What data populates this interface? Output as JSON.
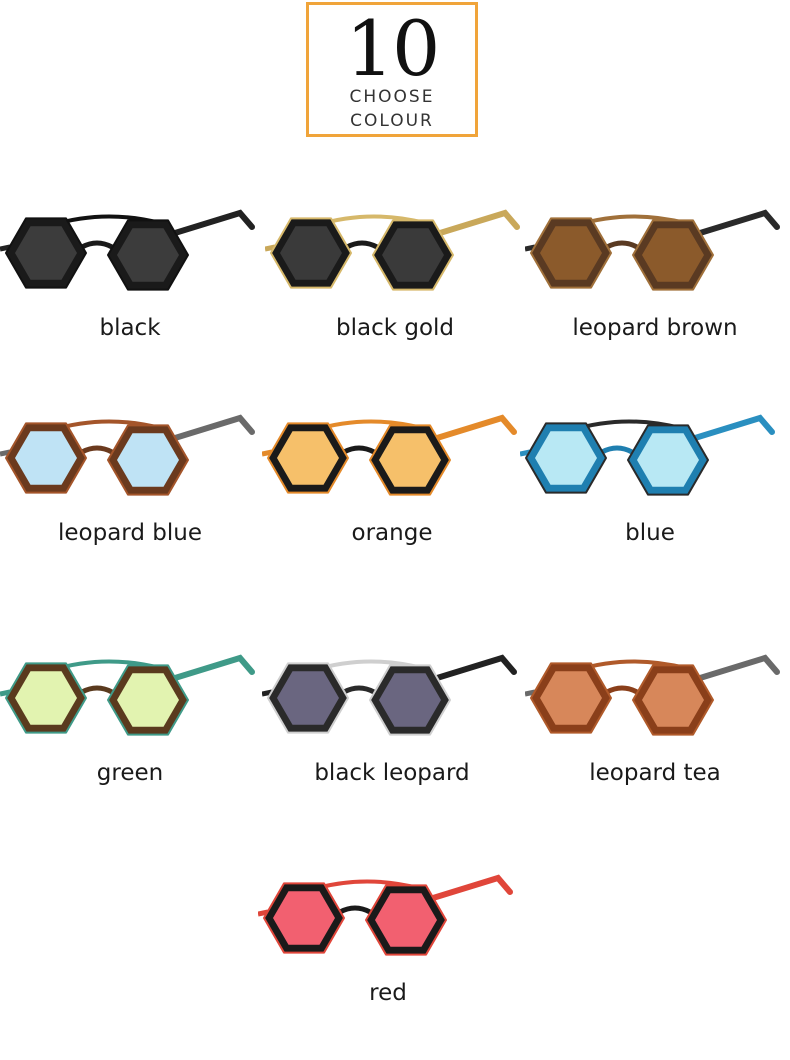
{
  "header": {
    "count": "10",
    "line1": "CHOOSE",
    "line2": "COLOUR"
  },
  "items": [
    {
      "label": "black",
      "frame": "#1a1a1a",
      "lens": "#3c3c3c",
      "temple": "#222222",
      "accent": "#111111"
    },
    {
      "label": "black gold",
      "frame": "#1a1a1a",
      "lens": "#3a3a3a",
      "temple": "#c9a85a",
      "accent": "#d6b86a"
    },
    {
      "label": "leopard brown",
      "frame": "#5a3a22",
      "lens": "#8b5a2b",
      "temple": "#2a2a2a",
      "accent": "#a0703a"
    },
    {
      "label": "leopard blue",
      "frame": "#6b3a1e",
      "lens": "#bfe3f5",
      "temple": "#6a6a6a",
      "accent": "#a4552a"
    },
    {
      "label": "orange",
      "frame": "#1a1a1a",
      "lens": "#f6c06a",
      "temple": "#e48a2a",
      "accent": "#e48a2a"
    },
    {
      "label": "blue",
      "frame": "#1f7fb0",
      "lens": "#b8e8f4",
      "temple": "#2a8fc0",
      "accent": "#2a2a2a"
    },
    {
      "label": "green",
      "frame": "#5a3a1e",
      "lens": "#e2f3b0",
      "temple": "#3f9a88",
      "accent": "#3f9a88"
    },
    {
      "label": "black leopard",
      "frame": "#2a2a2a",
      "lens": "#6a6680",
      "temple": "#222222",
      "accent": "#cfcfcf"
    },
    {
      "label": "leopard tea",
      "frame": "#8a3f1a",
      "lens": "#d7875a",
      "temple": "#6a6a6a",
      "accent": "#b05a2a"
    },
    {
      "label": "red",
      "frame": "#1a1a1a",
      "lens": "#f26070",
      "temple": "#e0463a",
      "accent": "#e0463a"
    }
  ]
}
